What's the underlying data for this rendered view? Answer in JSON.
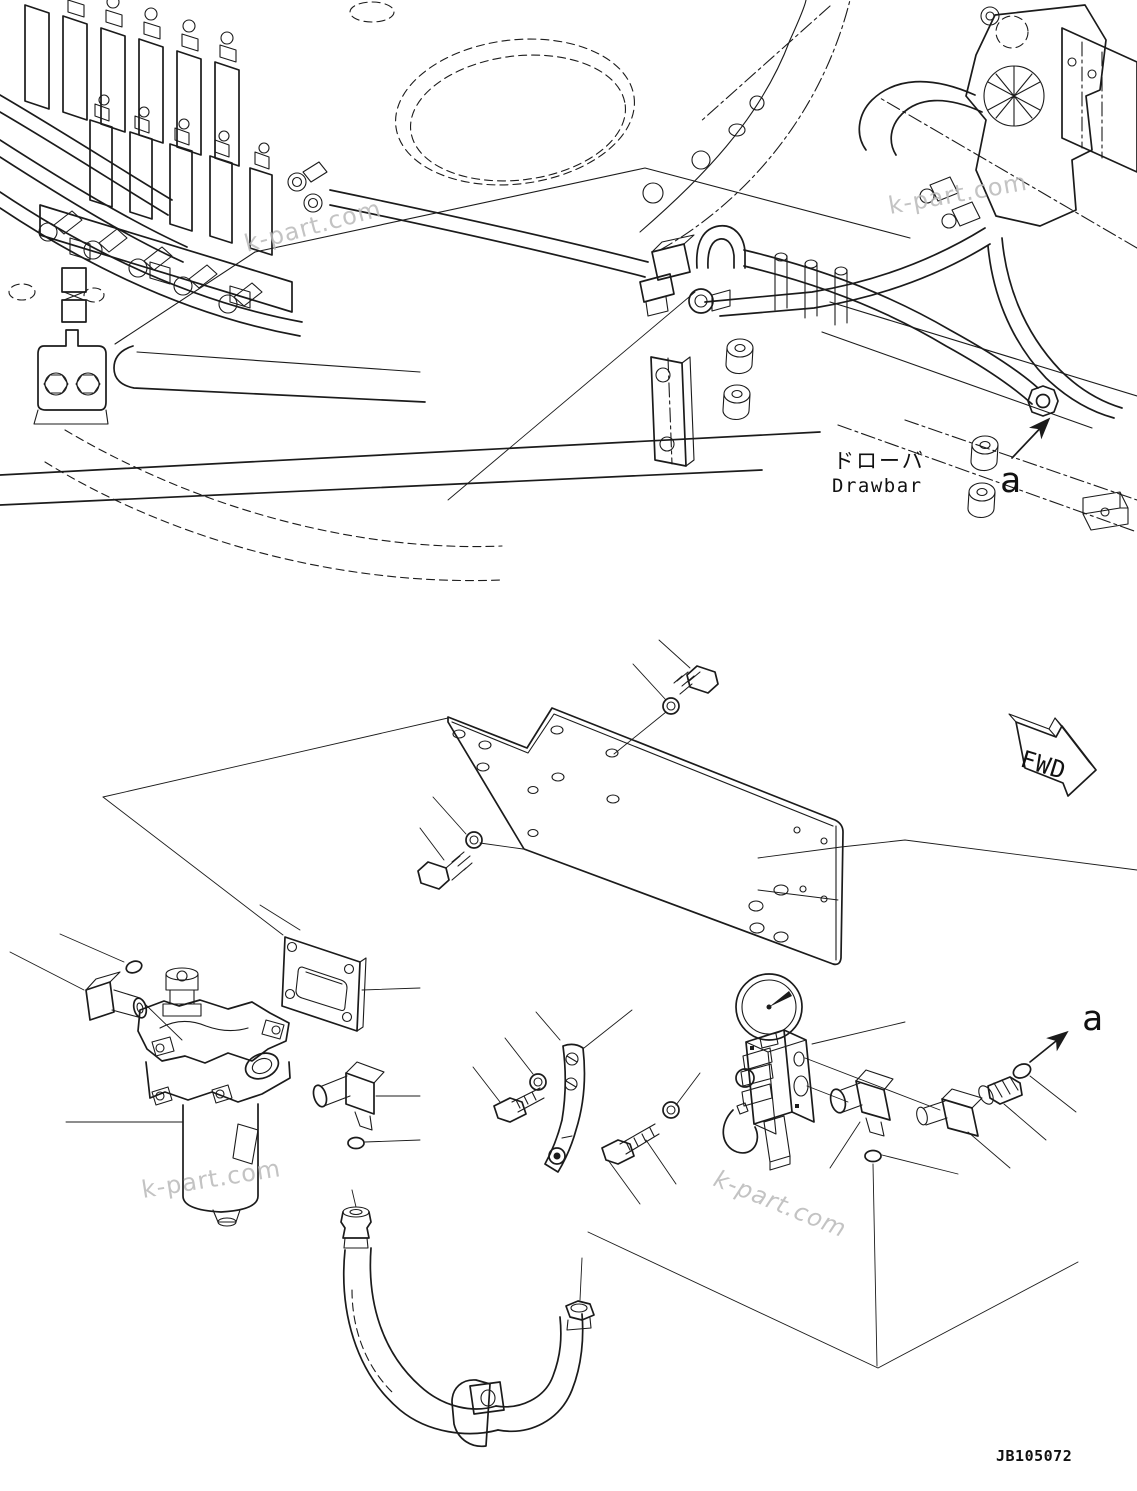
{
  "labels": {
    "drawbar_jp": "ドローバ",
    "drawbar_en": "Drawbar",
    "detail_marker_a_top": "a",
    "detail_marker_a_side": "a",
    "fwd_marker": "FWD",
    "drawing_number": "JB105072"
  },
  "watermark": {
    "text": "k-part.com",
    "color": "#b9b9b9"
  },
  "style": {
    "background": "#ffffff",
    "line_color": "#1b1b1b"
  }
}
